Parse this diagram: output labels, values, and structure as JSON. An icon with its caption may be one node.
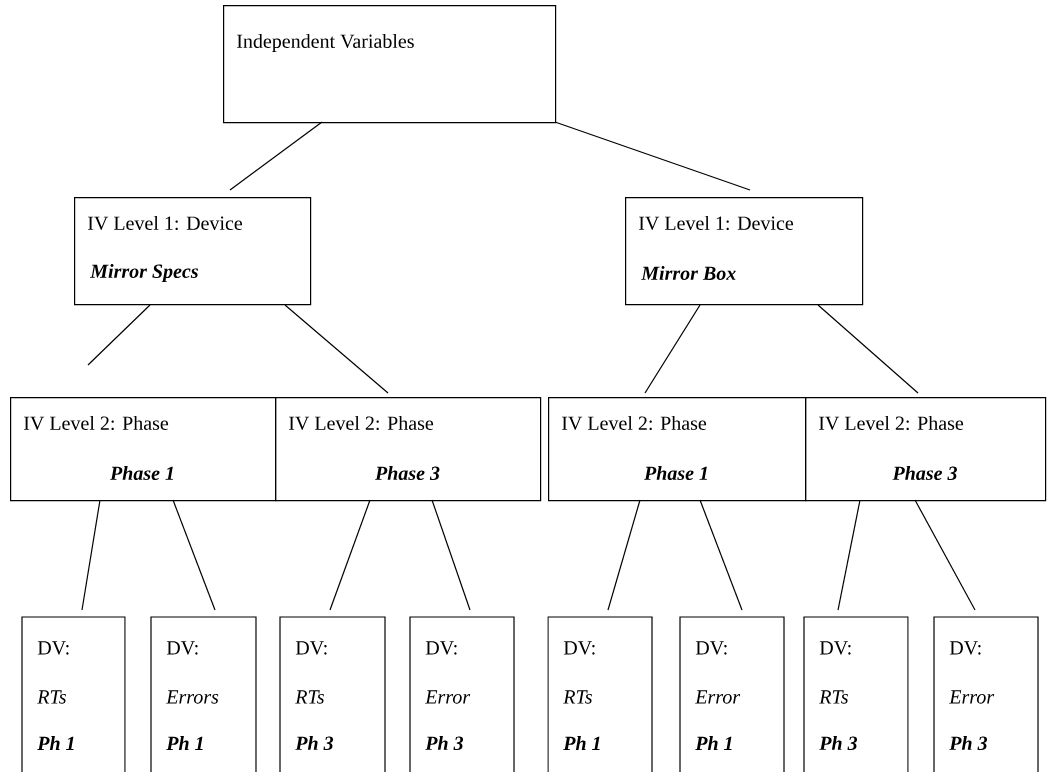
{
  "diagram": {
    "nodes": [
      {
        "text": [
          "Independent Variables"
        ]
      },
      {
        "text": [
          "IV Level 1: Device",
          "Mirror Specs"
        ]
      },
      {
        "text": [
          "IV Level 1: Device",
          "Mirror Box"
        ]
      },
      {
        "text": [
          "IV Level 2: Phase",
          "Phase 1"
        ]
      },
      {
        "text": [
          "IV Level 2: Phase",
          "Phase 3"
        ]
      },
      {
        "text": [
          "IV Level 2: Phase",
          "Phase 1"
        ]
      },
      {
        "text": [
          "IV Level 2: Phase",
          "Phase 3"
        ]
      },
      {
        "text": [
          "DV:",
          "RTs",
          "Ph 1"
        ]
      },
      {
        "text": [
          "DV:",
          "Errors",
          "Ph 1"
        ]
      },
      {
        "text": [
          "DV:",
          "RTs",
          "Ph 3"
        ]
      },
      {
        "text": [
          "DV:",
          "Error",
          "Ph 3"
        ]
      },
      {
        "text": [
          "DV:",
          "RTs",
          "Ph 1"
        ]
      },
      {
        "text": [
          "DV:",
          "Error",
          "Ph 1"
        ]
      },
      {
        "text": [
          "DV:",
          "RTs",
          "Ph 3"
        ]
      },
      {
        "text": [
          "DV:",
          "Error",
          "Ph 3"
        ]
      }
    ],
    "edges": [
      {
        "from": 0,
        "to": 1,
        "arrow": "none"
      },
      {
        "from": 0,
        "to": 2,
        "arrow": "none"
      },
      {
        "from": 1,
        "to": 3,
        "arrow": "none"
      },
      {
        "from": 1,
        "to": 4,
        "arrow": "none"
      },
      {
        "from": 2,
        "to": 5,
        "arrow": "none"
      },
      {
        "from": 2,
        "to": 6,
        "arrow": "none"
      },
      {
        "from": 3,
        "to": 7,
        "arrow": "none"
      },
      {
        "from": 3,
        "to": 8,
        "arrow": "none"
      },
      {
        "from": 4,
        "to": 9,
        "arrow": "none"
      },
      {
        "from": 4,
        "to": 10,
        "arrow": "none"
      },
      {
        "from": 5,
        "to": 11,
        "arrow": "none"
      },
      {
        "from": 5,
        "to": 12,
        "arrow": "none"
      },
      {
        "from": 6,
        "to": 13,
        "arrow": "none"
      },
      {
        "from": 6,
        "to": 14,
        "arrow": "none"
      }
    ]
  }
}
